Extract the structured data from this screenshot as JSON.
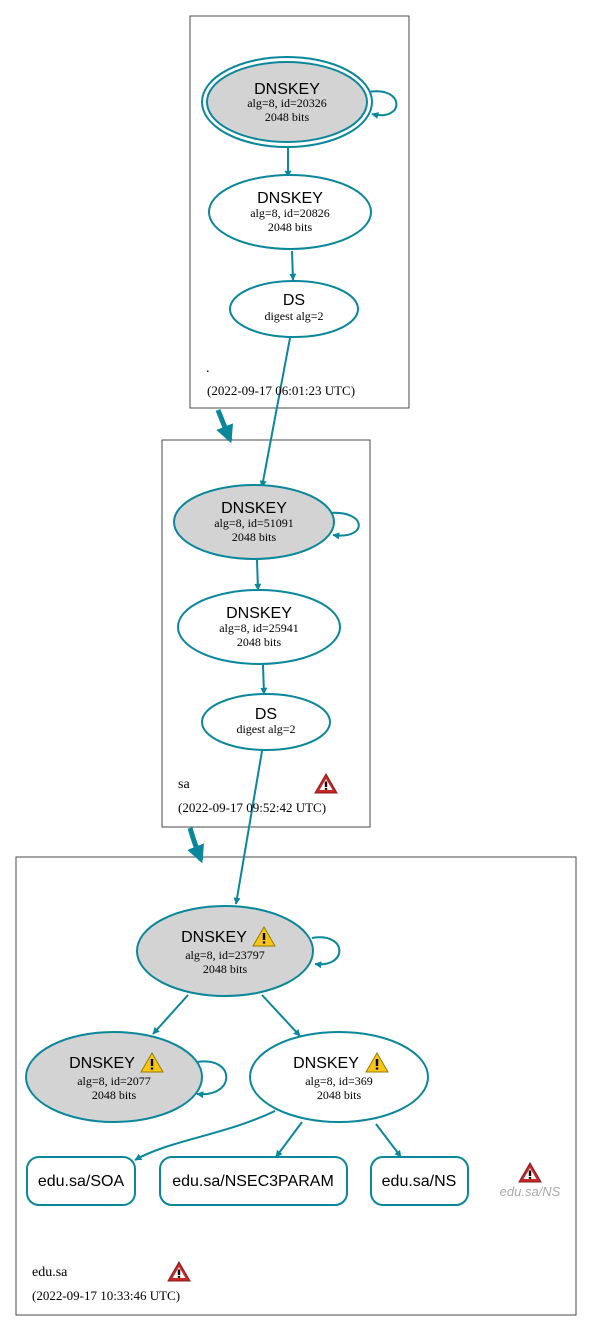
{
  "colors": {
    "edge": "#0a879a",
    "ksk_fill": "#d3d3d3",
    "warning_red": "#c62828",
    "warning_yellow": "#f5c518",
    "ghost_text": "#a8a8a8"
  },
  "icons": {
    "error": "red-warning-triangle-icon",
    "warning": "yellow-warning-triangle-icon"
  },
  "zones": {
    "root": {
      "name": ".",
      "date": "(2022-09-17 06:01:23 UTC)",
      "ksk": {
        "title": "DNSKEY",
        "line1": "alg=8, id=20326",
        "line2": "2048 bits"
      },
      "zsk": {
        "title": "DNSKEY",
        "line1": "alg=8, id=20826",
        "line2": "2048 bits"
      },
      "ds": {
        "title": "DS",
        "line1": "digest alg=2"
      }
    },
    "sa": {
      "name": "sa",
      "date": "(2022-09-17 09:52:42 UTC)",
      "ksk": {
        "title": "DNSKEY",
        "line1": "alg=8, id=51091",
        "line2": "2048 bits"
      },
      "zsk": {
        "title": "DNSKEY",
        "line1": "alg=8, id=25941",
        "line2": "2048 bits"
      },
      "ds": {
        "title": "DS",
        "line1": "digest alg=2"
      }
    },
    "edu": {
      "name": "edu.sa",
      "date": "(2022-09-17 10:33:46 UTC)",
      "ksk": {
        "title": "DNSKEY",
        "line1": "alg=8, id=23797",
        "line2": "2048 bits"
      },
      "key2077": {
        "title": "DNSKEY",
        "line1": "alg=8, id=2077",
        "line2": "2048 bits"
      },
      "zsk": {
        "title": "DNSKEY",
        "line1": "alg=8, id=369",
        "line2": "2048 bits"
      },
      "rrsets": [
        "edu.sa/SOA",
        "edu.sa/NSEC3PARAM",
        "edu.sa/NS"
      ],
      "ghost": "edu.sa/NS"
    }
  }
}
